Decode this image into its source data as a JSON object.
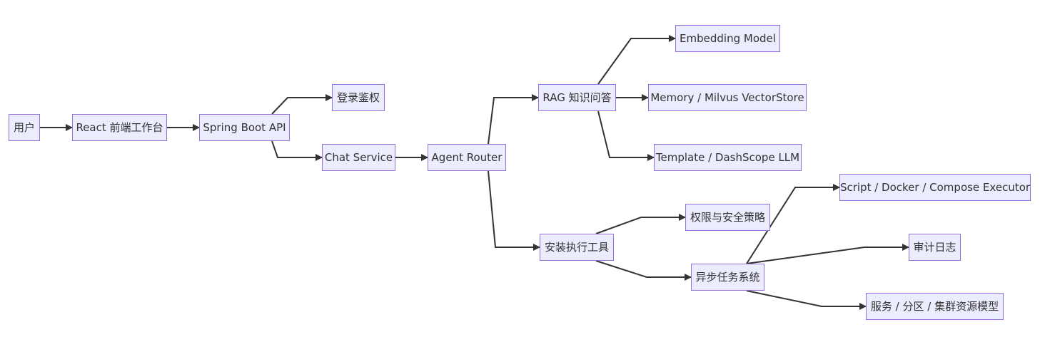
{
  "nodes": {
    "user": "用户",
    "react": "React 前端工作台",
    "spring": "Spring Boot API",
    "login": "登录鉴权",
    "chat": "Chat Service",
    "router": "Agent Router",
    "rag": "RAG 知识问答",
    "embedding": "Embedding Model",
    "memory": "Memory / Milvus VectorStore",
    "template": "Template / DashScope LLM",
    "install": "安装执行工具",
    "perm": "权限与安全策略",
    "async": "异步任务系统",
    "script": "Script / Docker / Compose Executor",
    "audit": "审计日志",
    "service": "服务 / 分区 / 集群资源模型"
  },
  "edges": [
    [
      "user",
      "react"
    ],
    [
      "react",
      "spring"
    ],
    [
      "spring",
      "login"
    ],
    [
      "spring",
      "chat"
    ],
    [
      "chat",
      "router"
    ],
    [
      "router",
      "rag"
    ],
    [
      "router",
      "install"
    ],
    [
      "rag",
      "embedding"
    ],
    [
      "rag",
      "memory"
    ],
    [
      "rag",
      "template"
    ],
    [
      "install",
      "perm"
    ],
    [
      "install",
      "async"
    ],
    [
      "async",
      "script"
    ],
    [
      "async",
      "audit"
    ],
    [
      "async",
      "service"
    ]
  ],
  "colors": {
    "node_fill": "#ECECFF",
    "node_border": "#9370DB",
    "edge": "#333333",
    "text": "#333333"
  }
}
